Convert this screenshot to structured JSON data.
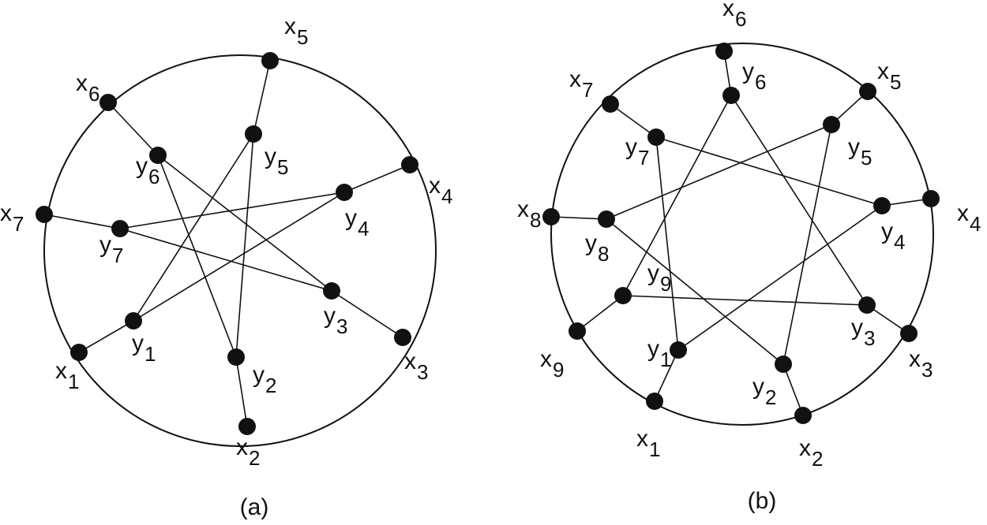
{
  "panels": [
    {
      "caption": "(a)",
      "vertices": [
        {
          "id": "x1",
          "letter": "x",
          "sub": "1"
        },
        {
          "id": "x2",
          "letter": "x",
          "sub": "2"
        },
        {
          "id": "x3",
          "letter": "x",
          "sub": "3"
        },
        {
          "id": "x4",
          "letter": "x",
          "sub": "4"
        },
        {
          "id": "x5",
          "letter": "x",
          "sub": "5"
        },
        {
          "id": "x6",
          "letter": "x",
          "sub": "6"
        },
        {
          "id": "x7",
          "letter": "x",
          "sub": "7"
        },
        {
          "id": "y1",
          "letter": "y",
          "sub": "1"
        },
        {
          "id": "y2",
          "letter": "y",
          "sub": "2"
        },
        {
          "id": "y3",
          "letter": "y",
          "sub": "3"
        },
        {
          "id": "y4",
          "letter": "y",
          "sub": "4"
        },
        {
          "id": "y5",
          "letter": "y",
          "sub": "5"
        },
        {
          "id": "y6",
          "letter": "y",
          "sub": "6"
        },
        {
          "id": "y7",
          "letter": "y",
          "sub": "7"
        }
      ],
      "edges": [
        [
          "x1",
          "y1"
        ],
        [
          "x2",
          "y2"
        ],
        [
          "x3",
          "y3"
        ],
        [
          "x4",
          "y4"
        ],
        [
          "x5",
          "y5"
        ],
        [
          "x6",
          "y6"
        ],
        [
          "x7",
          "y7"
        ],
        [
          "y1",
          "y4"
        ],
        [
          "y1",
          "y5"
        ],
        [
          "y2",
          "y5"
        ],
        [
          "y2",
          "y6"
        ],
        [
          "y3",
          "y6"
        ],
        [
          "y3",
          "y7"
        ],
        [
          "y4",
          "y7"
        ]
      ]
    },
    {
      "caption": "(b)",
      "vertices": [
        {
          "id": "x1",
          "letter": "x",
          "sub": "1"
        },
        {
          "id": "x2",
          "letter": "x",
          "sub": "2"
        },
        {
          "id": "x3",
          "letter": "x",
          "sub": "3"
        },
        {
          "id": "x4",
          "letter": "x",
          "sub": "4"
        },
        {
          "id": "x5",
          "letter": "x",
          "sub": "5"
        },
        {
          "id": "x6",
          "letter": "x",
          "sub": "6"
        },
        {
          "id": "x7",
          "letter": "x",
          "sub": "7"
        },
        {
          "id": "x8",
          "letter": "x",
          "sub": "8"
        },
        {
          "id": "x9",
          "letter": "x",
          "sub": "9"
        },
        {
          "id": "y1",
          "letter": "y",
          "sub": "1"
        },
        {
          "id": "y2",
          "letter": "y",
          "sub": "2"
        },
        {
          "id": "y3",
          "letter": "y",
          "sub": "3"
        },
        {
          "id": "y4",
          "letter": "y",
          "sub": "4"
        },
        {
          "id": "y5",
          "letter": "y",
          "sub": "5"
        },
        {
          "id": "y6",
          "letter": "y",
          "sub": "6"
        },
        {
          "id": "y7",
          "letter": "y",
          "sub": "7"
        },
        {
          "id": "y8",
          "letter": "y",
          "sub": "8"
        },
        {
          "id": "y9",
          "letter": "y",
          "sub": "9"
        }
      ],
      "edges": [
        [
          "x1",
          "y1"
        ],
        [
          "x2",
          "y2"
        ],
        [
          "x3",
          "y3"
        ],
        [
          "x4",
          "y4"
        ],
        [
          "x5",
          "y5"
        ],
        [
          "x6",
          "y6"
        ],
        [
          "x7",
          "y7"
        ],
        [
          "x8",
          "y8"
        ],
        [
          "x9",
          "y9"
        ],
        [
          "y1",
          "y4"
        ],
        [
          "y1",
          "y7"
        ],
        [
          "y2",
          "y5"
        ],
        [
          "y2",
          "y8"
        ],
        [
          "y3",
          "y6"
        ],
        [
          "y3",
          "y9"
        ],
        [
          "y4",
          "y7"
        ],
        [
          "y5",
          "y8"
        ],
        [
          "y6",
          "y9"
        ]
      ]
    }
  ]
}
